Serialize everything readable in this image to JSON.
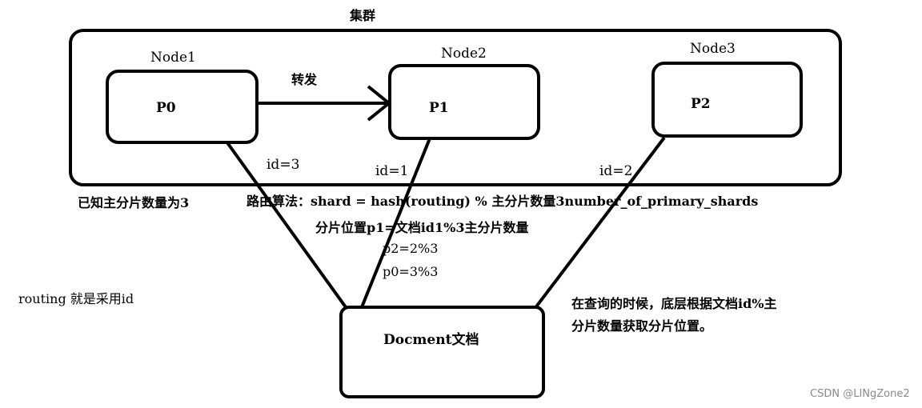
{
  "cluster": {
    "title": "集群"
  },
  "nodes": [
    {
      "name": "Node1",
      "shard": "P0"
    },
    {
      "name": "Node2",
      "shard": "P1"
    },
    {
      "name": "Node3",
      "shard": "P2"
    }
  ],
  "arrow_label": "转发",
  "edge_labels": {
    "node1": "id=3",
    "node2": "id=1",
    "node3": "id=2"
  },
  "notes": {
    "primary_count": "已知主分片数量为3",
    "routing_formula": "路由算法：shard = hash(routing) % 主分片数量3number_of_primary_shards",
    "position_formula": "分片位置p1=文档id1%3主分片数量",
    "p2_formula": "p2=2%3",
    "p0_formula": "p0=3%3",
    "routing_is_id": "routing 就是采用id",
    "query_note_line1": "在查询的时候，底层根据文档id%主",
    "query_note_line2": "分片数量获取分片位置。"
  },
  "document": {
    "label": "Docment文档"
  },
  "watermark": "CSDN @LINgZone2"
}
